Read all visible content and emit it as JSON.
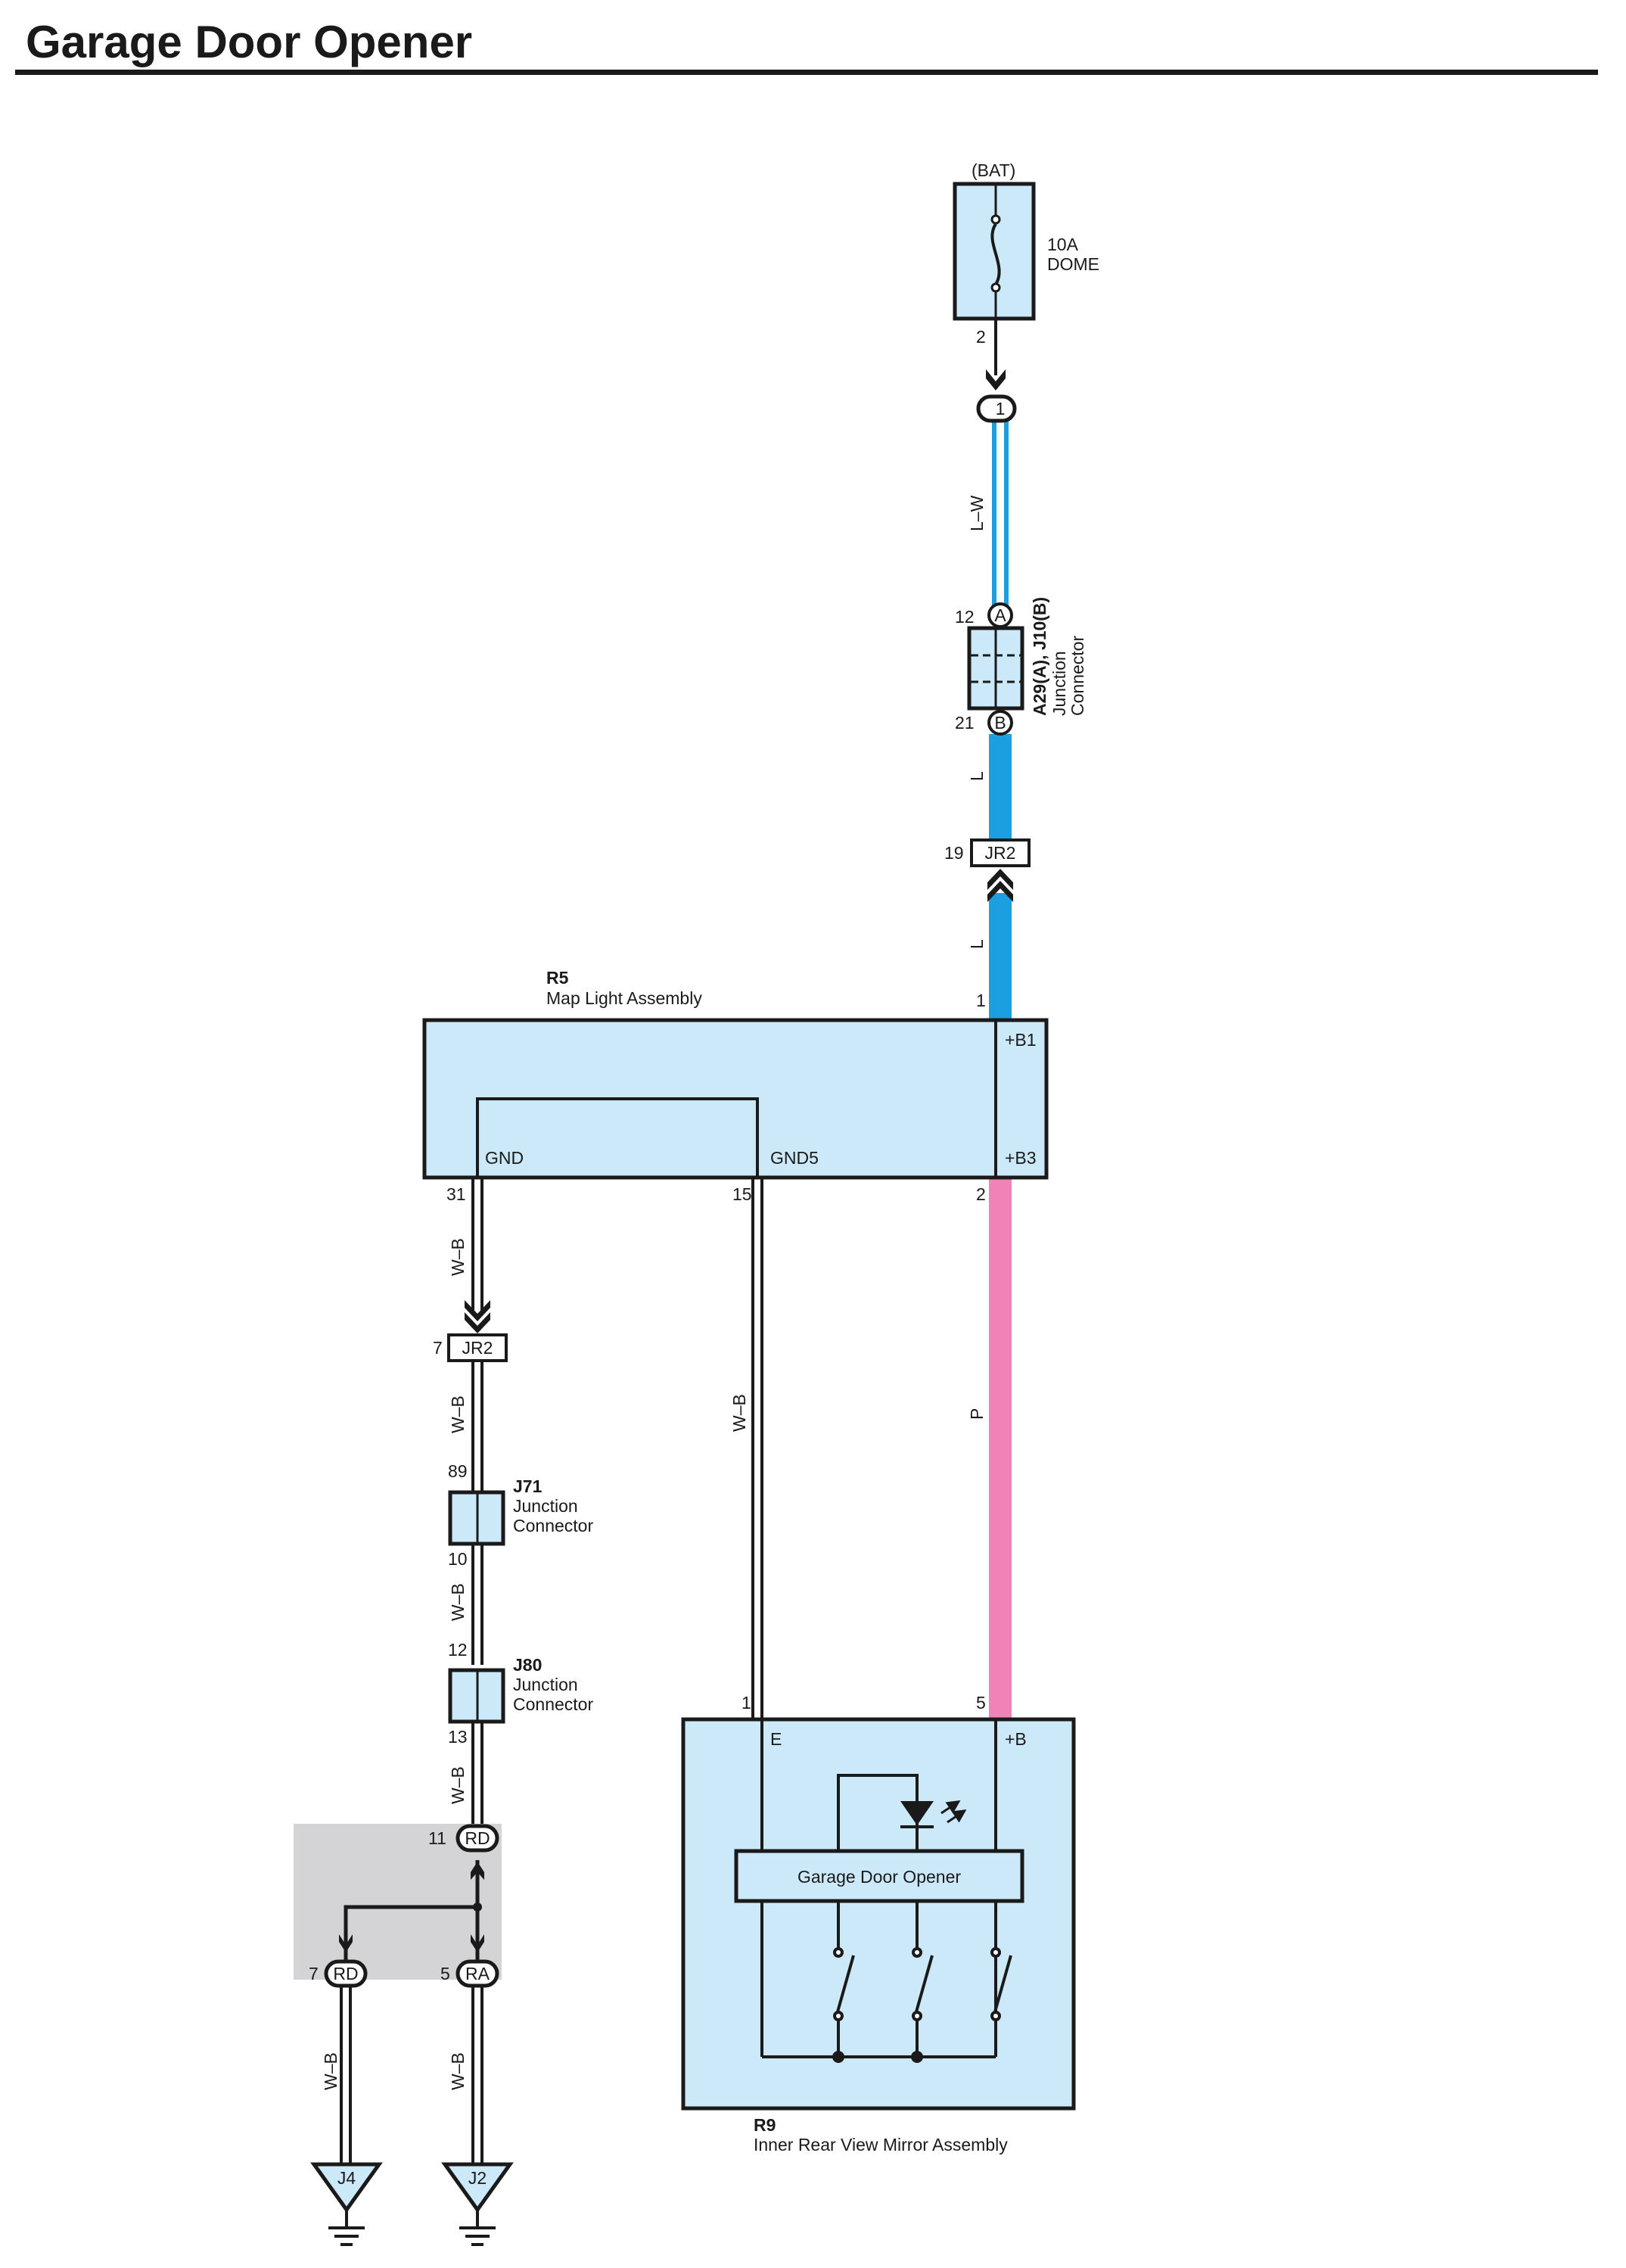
{
  "title": "Garage Door Opener",
  "colors": {
    "box_fill": "#cce9f9",
    "wire_L": "#1c9fe0",
    "wire_P": "#ef83b7",
    "wire_WB_outline": "#1a1a1a",
    "shaded_area": "#d4d4d6"
  },
  "fuse": {
    "source": "(BAT)",
    "rating": "10A",
    "name": "DOME",
    "pin": "2",
    "icon": "fuse-icon"
  },
  "in_line_connector": {
    "pin": "1"
  },
  "wires": {
    "lw": "L–W",
    "l1": "L",
    "l2": "L",
    "p": "P",
    "wb1": "W–B",
    "wb2": "W–B",
    "wb3": "W–B",
    "wb4": "W–B",
    "wb5": "W–B",
    "wb_j4": "W–B",
    "wb_j2": "W–B"
  },
  "junction_a29": {
    "pin_top": "12",
    "letter_top": "A",
    "pin_bottom": "21",
    "letter_bottom": "B",
    "id": "A29(A), J10(B)",
    "line1": "Junction",
    "line2": "Connector"
  },
  "jr2_top": {
    "pin": "19",
    "id": "JR2"
  },
  "r5": {
    "id": "R5",
    "name": "Map Light Assembly",
    "terminals": {
      "b1": "+B1",
      "b3": "+B3",
      "gnd": "GND",
      "gnd5": "GND5"
    },
    "pins": {
      "p1": "1",
      "p2": "2",
      "p31": "31",
      "p15": "15"
    }
  },
  "jr2_left": {
    "pin": "7",
    "id": "JR2"
  },
  "j71": {
    "id": "J71",
    "line1": "Junction",
    "line2": "Connector",
    "pin_top": "89",
    "pin_bottom": "10"
  },
  "j80": {
    "id": "J80",
    "line1": "Junction",
    "line2": "Connector",
    "pin_top": "12",
    "pin_bottom": "13"
  },
  "splice": {
    "rd_top_pin": "11",
    "rd_top": "RD",
    "rd_pin": "7",
    "rd": "RD",
    "ra_pin": "5",
    "ra": "RA"
  },
  "grounds": {
    "j4": "J4",
    "j2": "J2"
  },
  "r9": {
    "id": "R9",
    "name": "Inner Rear View Mirror Assembly",
    "terminals": {
      "e": "E",
      "b": "+B"
    },
    "pins": {
      "p1": "1",
      "p5": "5"
    },
    "module": "Garage Door Opener"
  }
}
